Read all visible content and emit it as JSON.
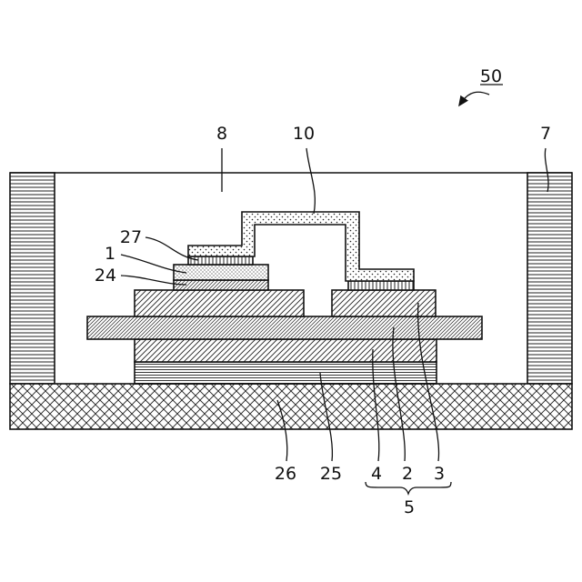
{
  "figure": {
    "labels": {
      "assembly": "50",
      "fill": "8",
      "wire": "10",
      "frame": "7",
      "layer_27": "27",
      "chip": "1",
      "layer_24": "24",
      "base": "26",
      "layer_25": "25",
      "layer_4": "4",
      "layer_2": "2",
      "layer_3": "3",
      "substrate_group": "5"
    }
  }
}
